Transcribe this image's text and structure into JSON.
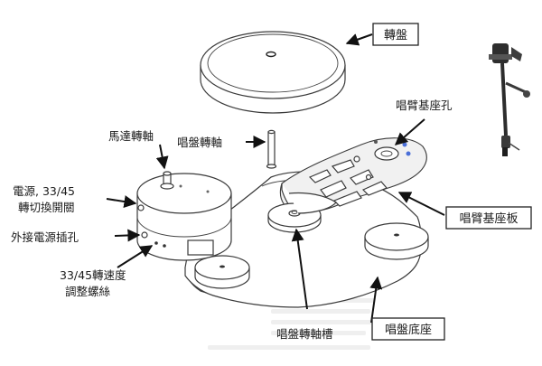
{
  "labels": {
    "platter": "轉盤",
    "tonearm_base_hole": "唱臂基座孔",
    "motor_shaft": "馬達轉軸",
    "platter_spindle": "唱盤轉軸",
    "power_switch_line1": "電源, 33/45",
    "power_switch_line2": "轉切換開關",
    "power_jack": "外接電源插孔",
    "speed_screw_line1": "33/45轉速度",
    "speed_screw_line2": "調整螺絲",
    "tonearm_board": "唱臂基座板",
    "spindle_bearing": "唱盤轉軸槽",
    "plinth": "唱盤底座"
  },
  "colors": {
    "outline": "#3a3a3a",
    "arrow": "#111111",
    "text": "#1b1b1b",
    "hole_accent": "#4a6fd8",
    "background": "#ffffff"
  }
}
